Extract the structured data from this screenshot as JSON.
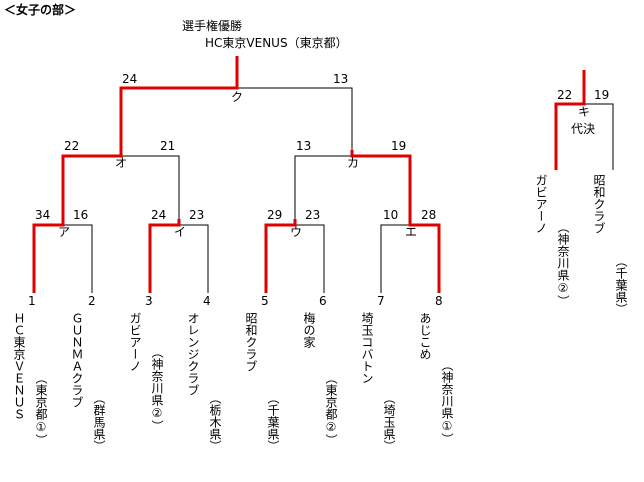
{
  "heading": "＜女子の部＞",
  "champion": {
    "label": "選手権優勝",
    "team": "HC東京VENUS（東京都）"
  },
  "final": {
    "letter": "ク",
    "left_score": "24",
    "right_score": "13"
  },
  "semis": [
    {
      "letter": "オ",
      "left_score": "22",
      "right_score": "21"
    },
    {
      "letter": "カ",
      "left_score": "13",
      "right_score": "19"
    }
  ],
  "first_round": [
    {
      "letter": "ア",
      "left_score": "34",
      "right_score": "16"
    },
    {
      "letter": "イ",
      "left_score": "24",
      "right_score": "23"
    },
    {
      "letter": "ウ",
      "left_score": "29",
      "right_score": "23"
    },
    {
      "letter": "エ",
      "left_score": "10",
      "right_score": "28"
    }
  ],
  "teams": [
    {
      "num": "1",
      "name": "ＨＣ東京ＶＥＮＵＳ",
      "pref": "（東京都①）"
    },
    {
      "num": "2",
      "name": "ＧＵＮＭＡクラブ",
      "pref": "（群馬県）"
    },
    {
      "num": "3",
      "name": "ガビアーノ",
      "pref": "（神奈川県②）"
    },
    {
      "num": "4",
      "name": "オレンジクラブ",
      "pref": "（栃木県）"
    },
    {
      "num": "5",
      "name": "昭和クラブ",
      "pref": "（千葉県）"
    },
    {
      "num": "6",
      "name": "梅の家",
      "pref": "（東京都②）"
    },
    {
      "num": "7",
      "name": "埼玉コバトン",
      "pref": "（埼玉県）"
    },
    {
      "num": "8",
      "name": "あじこめ",
      "pref": "（神奈川県①）"
    }
  ],
  "side_match": {
    "letter": "キ",
    "caption": "代決",
    "left_score": "22",
    "right_score": "19",
    "left_team": {
      "name": "ガビアーノ",
      "pref": "（神奈川県②）"
    },
    "right_team": {
      "name": "昭和クラブ",
      "pref": "（千葉県）"
    }
  },
  "colors": {
    "winner_line": "#e00000",
    "loser_line": "#000000"
  }
}
